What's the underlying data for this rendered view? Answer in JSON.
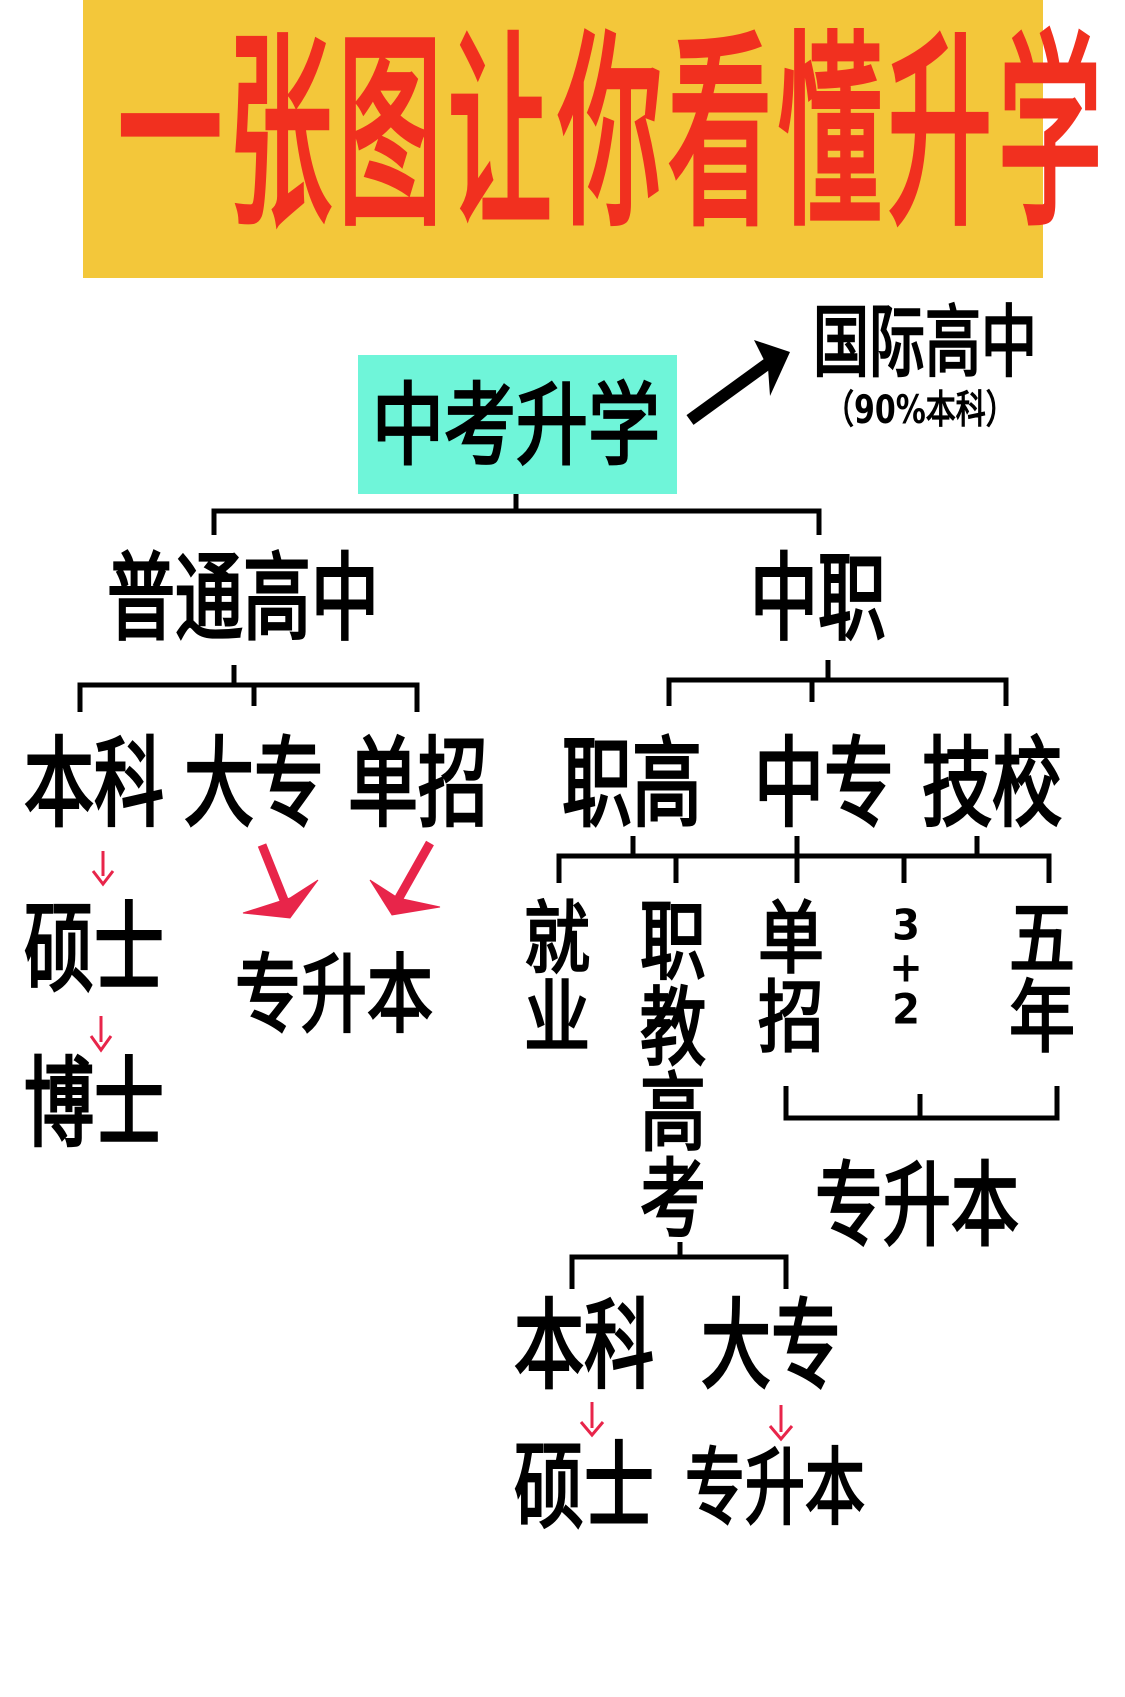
{
  "title": "一张图让你看懂升学",
  "root": "中考升学",
  "international": {
    "label": "国际高中",
    "note": "（90%本科）"
  },
  "general_high": {
    "label": "普通高中",
    "children": [
      "本科",
      "大专",
      "单招"
    ],
    "bachelor_path": [
      "硕士",
      "博士"
    ],
    "upgrade": "专升本"
  },
  "vocational": {
    "label": "中职",
    "children": [
      "职高",
      "中专",
      "技校"
    ],
    "paths": [
      "就业",
      "职教高考",
      "单招",
      "3+2",
      "五年"
    ],
    "paths_upgrade": "专升本",
    "exam_results": [
      "本科",
      "大专"
    ],
    "exam_next": [
      "硕士",
      "专升本"
    ]
  },
  "colors": {
    "banner": "#f3c73a",
    "title": "#f1301f",
    "root_box": "#6ff5d9",
    "arrow_red": "#e8254a",
    "line": "#000000"
  }
}
